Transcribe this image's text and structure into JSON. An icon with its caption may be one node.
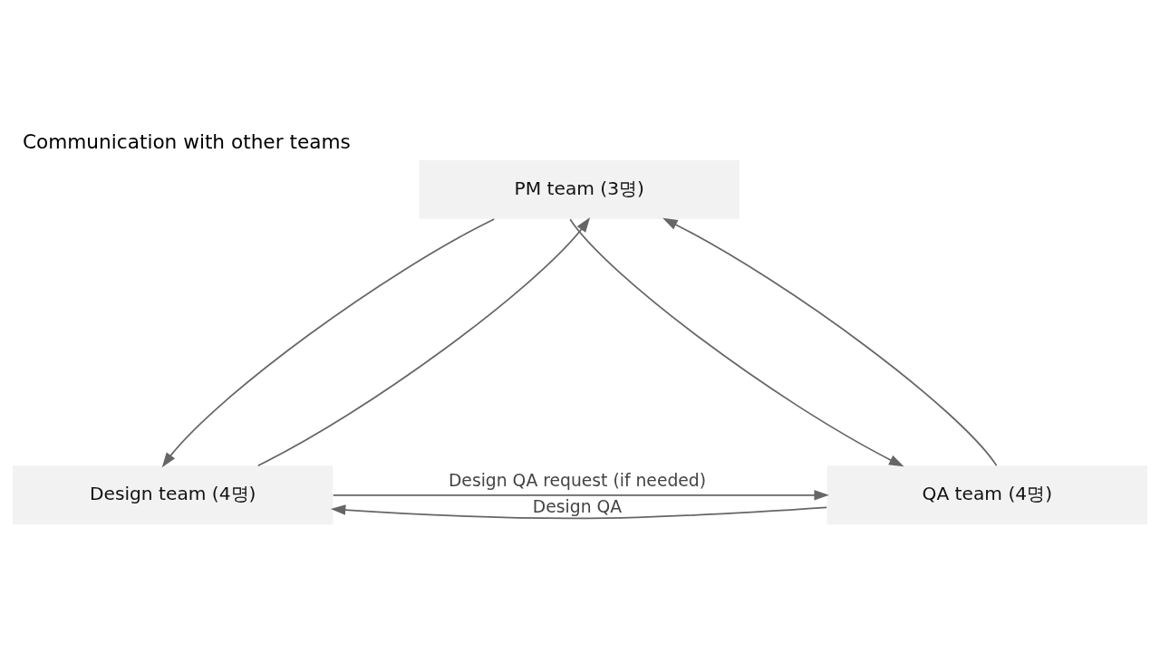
{
  "diagram": {
    "title": "Communication with other teams",
    "nodes": [
      {
        "text": [
          "PM team (3명)"
        ]
      },
      {
        "text": [
          "Design team (4명)"
        ]
      },
      {
        "text": [
          "QA team (4명)"
        ]
      }
    ],
    "edges": [
      {
        "from": 1,
        "to": 0,
        "arrow": "to"
      },
      {
        "from": 0,
        "to": 1,
        "arrow": "to"
      },
      {
        "from": 2,
        "to": 0,
        "arrow": "to"
      },
      {
        "from": 0,
        "to": 2,
        "arrow": "to"
      },
      {
        "from": 2,
        "to": 1,
        "arrow": "to",
        "label": "Design QA"
      },
      {
        "from": 1,
        "to": 2,
        "arrow": "to",
        "label": "Design QA request (if needed)"
      }
    ]
  }
}
